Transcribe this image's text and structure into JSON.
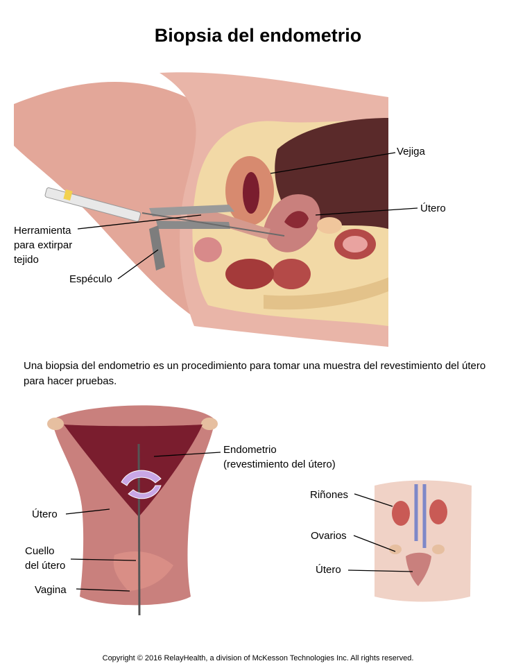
{
  "title": "Biopsia del endometrio",
  "labels": {
    "vejiga": "Vejiga",
    "utero_top": "Útero",
    "herramienta": "Herramienta\npara extirpar\ntejido",
    "especulo": "Espéculo",
    "endometrio": "Endometrio\n(revestimiento del útero)",
    "utero_mid": "Útero",
    "cuello": "Cuello\ndel útero",
    "vagina": "Vagina",
    "rinones": "Riñones",
    "ovarios": "Ovarios",
    "utero_small": "Útero"
  },
  "description": "Una biopsia del endometrio es un procedimiento para tomar una muestra del revestimiento del útero para hacer pruebas.",
  "copyright": "Copyright © 2016 RelayHealth, a division of McKesson Technologies Inc. All rights reserved.",
  "colors": {
    "skin": "#e9b5a8",
    "skin_dark": "#c98a7c",
    "fat": "#f2d9a6",
    "tissue_red": "#b44a48",
    "endometrium": "#7a1d2e",
    "uterus_pink": "#c9807d",
    "kidney": "#c95a55",
    "vessel_blue": "#7e88c8",
    "arrow_lilac": "#c9a7e6",
    "instrument": "#8a8a8a"
  }
}
